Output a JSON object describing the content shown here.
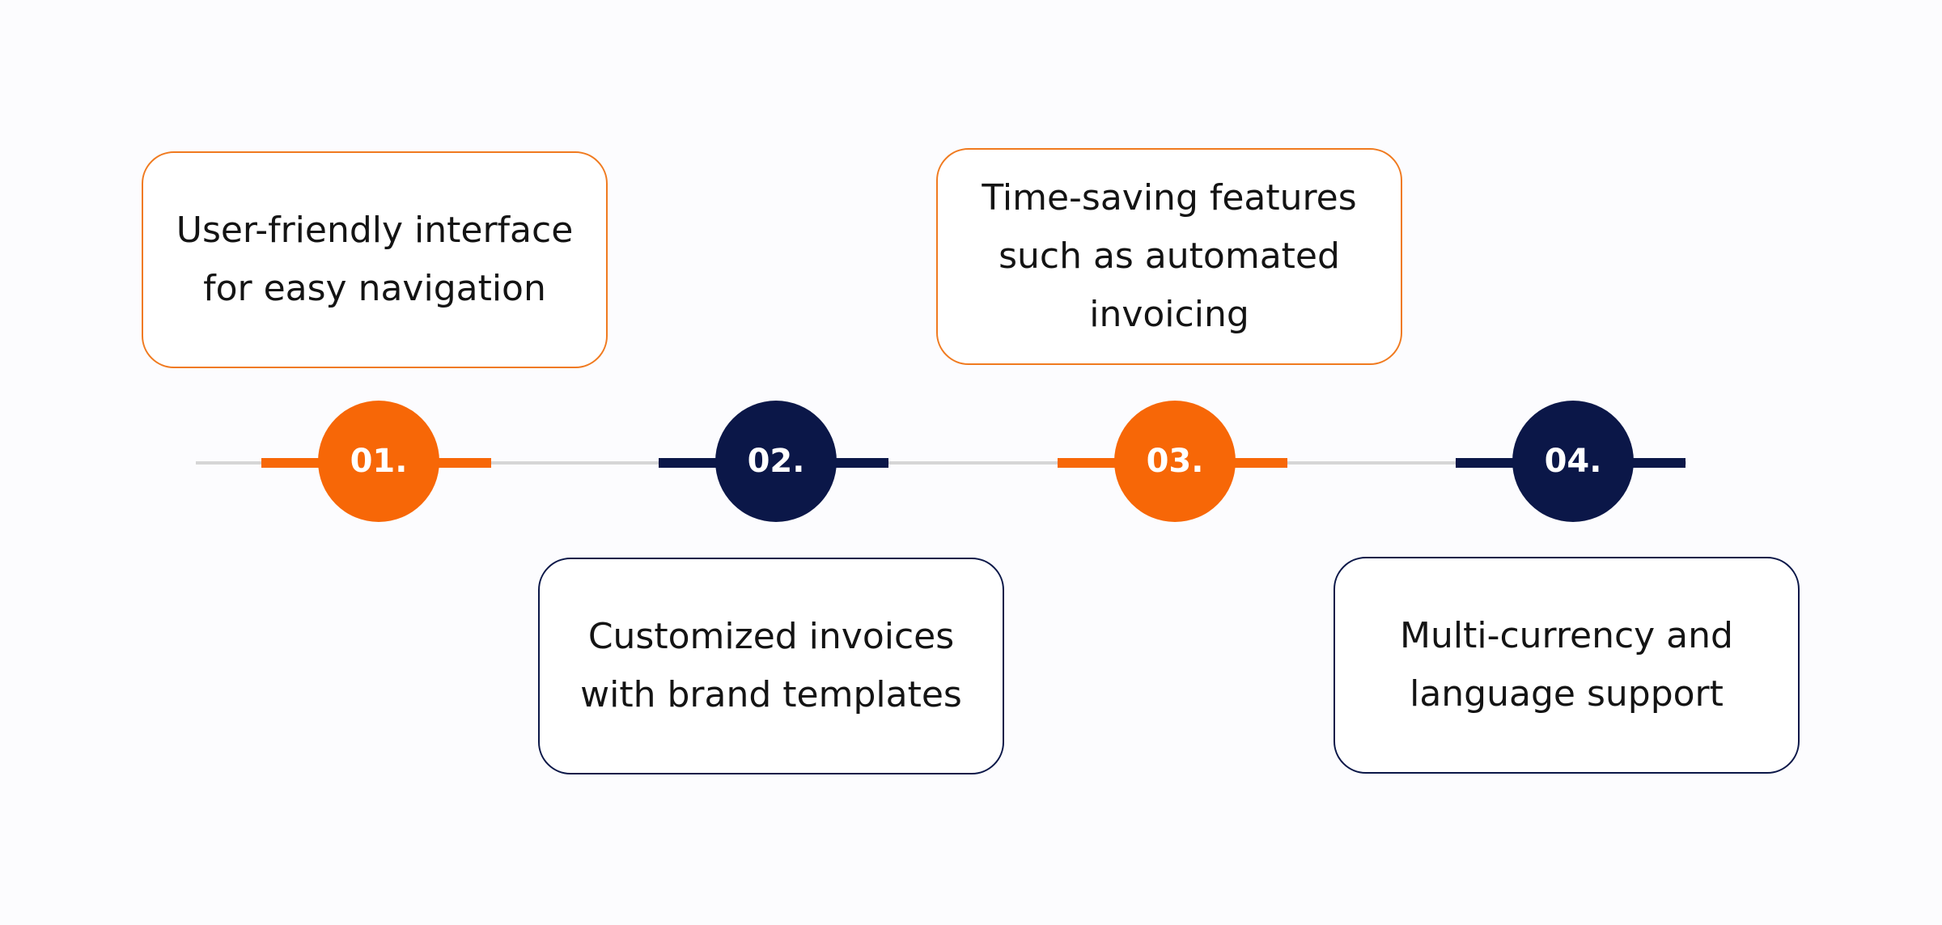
{
  "colors": {
    "orange": "#f76707",
    "navy": "#0b1748",
    "line": "#d6d6d6"
  },
  "steps": [
    {
      "number": "01.",
      "text": "User-friendly interface for easy navigation",
      "color": "orange",
      "position": "above"
    },
    {
      "number": "02.",
      "text": "Customized invoices with brand templates",
      "color": "navy",
      "position": "below"
    },
    {
      "number": "03.",
      "text": "Time-saving features such as automated invoicing",
      "color": "orange",
      "position": "above"
    },
    {
      "number": "04.",
      "text": "Multi-currency and language support",
      "color": "navy",
      "position": "below"
    }
  ]
}
